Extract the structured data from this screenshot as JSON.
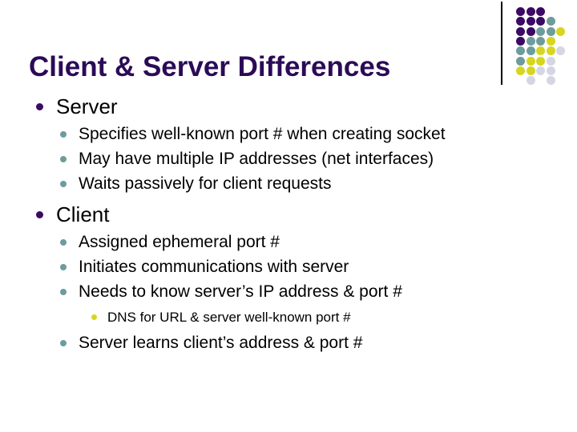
{
  "slide": {
    "title": "Client & Server Differences",
    "title_color": "#2b0b57",
    "background_color": "#ffffff",
    "body_text_color": "#000000",
    "bullet_colors": {
      "level1": "#3b0a63",
      "level2": "#6e9c9c",
      "level3": "#d6d61e"
    },
    "outline": [
      {
        "level": 1,
        "text": "Server"
      },
      {
        "level": 2,
        "text": "Specifies well-known port # when creating socket"
      },
      {
        "level": 2,
        "text": "May have multiple IP addresses (net interfaces)"
      },
      {
        "level": 2,
        "text": "Waits passively for client requests"
      },
      {
        "level": 1,
        "text": "Client"
      },
      {
        "level": 2,
        "text": "Assigned ephemeral port #"
      },
      {
        "level": 2,
        "text": "Initiates communications with server"
      },
      {
        "level": 2,
        "text": "Needs to know server’s IP address & port #"
      },
      {
        "level": 3,
        "text": "DNS for URL & server well-known port #"
      },
      {
        "level": 2,
        "text": "Server learns client’s address & port #"
      }
    ]
  },
  "decoration": {
    "rule_color": "#000000",
    "dot_palette": {
      "purple": "#3b0a63",
      "teal": "#6e9c9c",
      "yellow": "#d6d61e",
      "lavender": "#d5d5e4"
    },
    "dot_grid": [
      [
        "purple",
        "purple",
        "purple",
        null,
        null,
        null
      ],
      [
        "purple",
        "purple",
        "purple",
        "teal",
        null,
        null
      ],
      [
        "purple",
        "purple",
        "teal",
        "teal",
        "yellow",
        null
      ],
      [
        "purple",
        "teal",
        "teal",
        "yellow",
        null,
        null
      ],
      [
        "teal",
        "teal",
        "yellow",
        "yellow",
        "lavender",
        null
      ],
      [
        "teal",
        "yellow",
        "yellow",
        "lavender",
        null,
        null
      ],
      [
        "yellow",
        "yellow",
        "lavender",
        "lavender",
        null,
        null
      ],
      [
        null,
        "lavender",
        null,
        "lavender",
        null,
        null
      ]
    ]
  }
}
